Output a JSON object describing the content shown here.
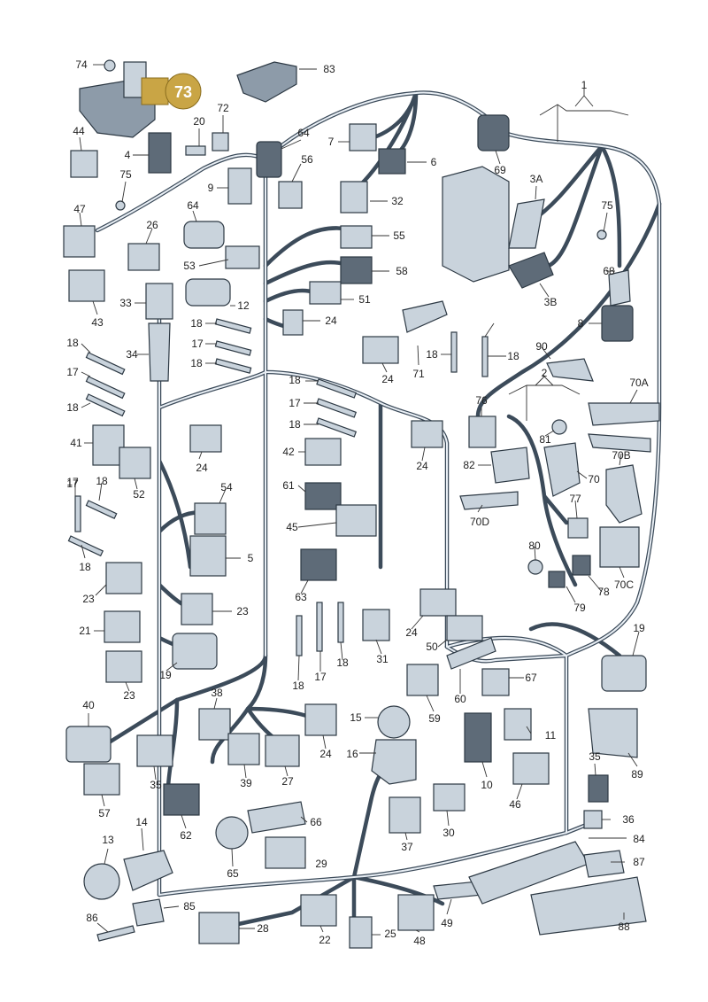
{
  "highlight": {
    "label": "73",
    "color": "#c9a545"
  },
  "labels": [
    {
      "id": "74",
      "t": "74"
    },
    {
      "id": "83",
      "t": "83"
    },
    {
      "id": "1",
      "t": "1"
    },
    {
      "id": "72",
      "t": "72"
    },
    {
      "id": "20",
      "t": "20"
    },
    {
      "id": "44",
      "t": "44"
    },
    {
      "id": "4",
      "t": "4"
    },
    {
      "id": "64a",
      "t": "64"
    },
    {
      "id": "7",
      "t": "7"
    },
    {
      "id": "6",
      "t": "6"
    },
    {
      "id": "69",
      "t": "69"
    },
    {
      "id": "56",
      "t": "56"
    },
    {
      "id": "9",
      "t": "9"
    },
    {
      "id": "75a",
      "t": "75"
    },
    {
      "id": "32",
      "t": "32"
    },
    {
      "id": "3A",
      "t": "3A"
    },
    {
      "id": "75b",
      "t": "75"
    },
    {
      "id": "47",
      "t": "47"
    },
    {
      "id": "26",
      "t": "26"
    },
    {
      "id": "64b",
      "t": "64"
    },
    {
      "id": "55",
      "t": "55"
    },
    {
      "id": "53",
      "t": "53"
    },
    {
      "id": "58",
      "t": "58"
    },
    {
      "id": "68",
      "t": "68"
    },
    {
      "id": "43",
      "t": "43"
    },
    {
      "id": "33",
      "t": "33"
    },
    {
      "id": "12",
      "t": "12"
    },
    {
      "id": "51",
      "t": "51"
    },
    {
      "id": "3B",
      "t": "3B"
    },
    {
      "id": "18a",
      "t": "18"
    },
    {
      "id": "24a",
      "t": "24"
    },
    {
      "id": "17a",
      "t": "17"
    },
    {
      "id": "8",
      "t": "8"
    },
    {
      "id": "17b",
      "t": "17"
    },
    {
      "id": "18b",
      "t": "18"
    },
    {
      "id": "18c",
      "t": "18"
    },
    {
      "id": "34",
      "t": "34"
    },
    {
      "id": "90",
      "t": "90"
    },
    {
      "id": "18d",
      "t": "18"
    },
    {
      "id": "18e",
      "t": "18"
    },
    {
      "id": "24b",
      "t": "24"
    },
    {
      "id": "71",
      "t": "71"
    },
    {
      "id": "2",
      "t": "2"
    },
    {
      "id": "70A",
      "t": "70A"
    },
    {
      "id": "17c",
      "t": "17"
    },
    {
      "id": "18f",
      "t": "18"
    },
    {
      "id": "18g",
      "t": "18"
    },
    {
      "id": "17d",
      "t": "17"
    },
    {
      "id": "18h",
      "t": "18"
    },
    {
      "id": "76",
      "t": "76"
    },
    {
      "id": "81",
      "t": "81"
    },
    {
      "id": "41",
      "t": "41"
    },
    {
      "id": "24c",
      "t": "24"
    },
    {
      "id": "42",
      "t": "42"
    },
    {
      "id": "24d",
      "t": "24"
    },
    {
      "id": "70B",
      "t": "70B"
    },
    {
      "id": "82",
      "t": "82"
    },
    {
      "id": "52",
      "t": "52"
    },
    {
      "id": "61",
      "t": "61"
    },
    {
      "id": "70",
      "t": "70"
    },
    {
      "id": "17e",
      "t": "17"
    },
    {
      "id": "18i",
      "t": "18"
    },
    {
      "id": "54",
      "t": "54"
    },
    {
      "id": "77",
      "t": "77"
    },
    {
      "id": "70D",
      "t": "70D"
    },
    {
      "id": "45",
      "t": "45"
    },
    {
      "id": "5",
      "t": "5"
    },
    {
      "id": "80",
      "t": "80"
    },
    {
      "id": "18j",
      "t": "18"
    },
    {
      "id": "23a",
      "t": "23"
    },
    {
      "id": "63",
      "t": "63"
    },
    {
      "id": "70C",
      "t": "70C"
    },
    {
      "id": "78",
      "t": "78"
    },
    {
      "id": "79",
      "t": "79"
    },
    {
      "id": "23b",
      "t": "23"
    },
    {
      "id": "24e",
      "t": "24"
    },
    {
      "id": "21",
      "t": "21"
    },
    {
      "id": "19a",
      "t": "19"
    },
    {
      "id": "50",
      "t": "50"
    },
    {
      "id": "31",
      "t": "31"
    },
    {
      "id": "18k",
      "t": "18"
    },
    {
      "id": "17f",
      "t": "17"
    },
    {
      "id": "18l",
      "t": "18"
    },
    {
      "id": "23c",
      "t": "23"
    },
    {
      "id": "67",
      "t": "67"
    },
    {
      "id": "60",
      "t": "60"
    },
    {
      "id": "19b",
      "t": "19"
    },
    {
      "id": "40",
      "t": "40"
    },
    {
      "id": "38",
      "t": "38"
    },
    {
      "id": "15",
      "t": "15"
    },
    {
      "id": "59",
      "t": "59"
    },
    {
      "id": "11",
      "t": "11"
    },
    {
      "id": "24f",
      "t": "24"
    },
    {
      "id": "16",
      "t": "16"
    },
    {
      "id": "35a",
      "t": "35"
    },
    {
      "id": "39",
      "t": "39"
    },
    {
      "id": "27",
      "t": "27"
    },
    {
      "id": "57",
      "t": "57"
    },
    {
      "id": "10",
      "t": "10"
    },
    {
      "id": "35b",
      "t": "35"
    },
    {
      "id": "89",
      "t": "89"
    },
    {
      "id": "46",
      "t": "46"
    },
    {
      "id": "62",
      "t": "62"
    },
    {
      "id": "36",
      "t": "36"
    },
    {
      "id": "14",
      "t": "14"
    },
    {
      "id": "13",
      "t": "13"
    },
    {
      "id": "66",
      "t": "66"
    },
    {
      "id": "30",
      "t": "30"
    },
    {
      "id": "37",
      "t": "37"
    },
    {
      "id": "84",
      "t": "84"
    },
    {
      "id": "29",
      "t": "29"
    },
    {
      "id": "87",
      "t": "87"
    },
    {
      "id": "65",
      "t": "65"
    },
    {
      "id": "85",
      "t": "85"
    },
    {
      "id": "86",
      "t": "86"
    },
    {
      "id": "28",
      "t": "28"
    },
    {
      "id": "22",
      "t": "22"
    },
    {
      "id": "25",
      "t": "25"
    },
    {
      "id": "48",
      "t": "48"
    },
    {
      "id": "49",
      "t": "49"
    },
    {
      "id": "88",
      "t": "88"
    }
  ]
}
